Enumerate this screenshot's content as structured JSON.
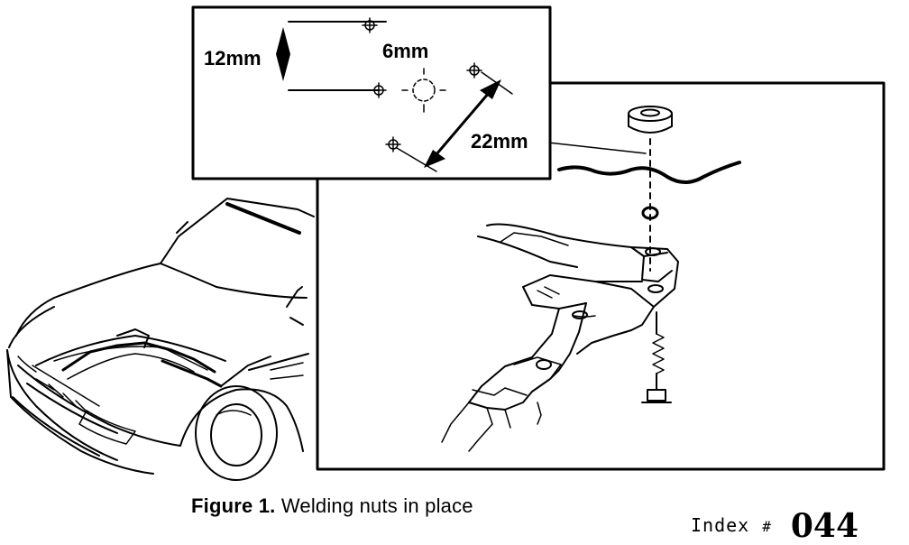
{
  "inset": {
    "dim_12": "12mm",
    "dim_6": "6mm",
    "dim_22": "22mm"
  },
  "caption": {
    "figure_num": "Figure 1.",
    "text": "Welding nuts in place"
  },
  "index": {
    "label": "Index",
    "symbol": "#",
    "number": "044"
  }
}
